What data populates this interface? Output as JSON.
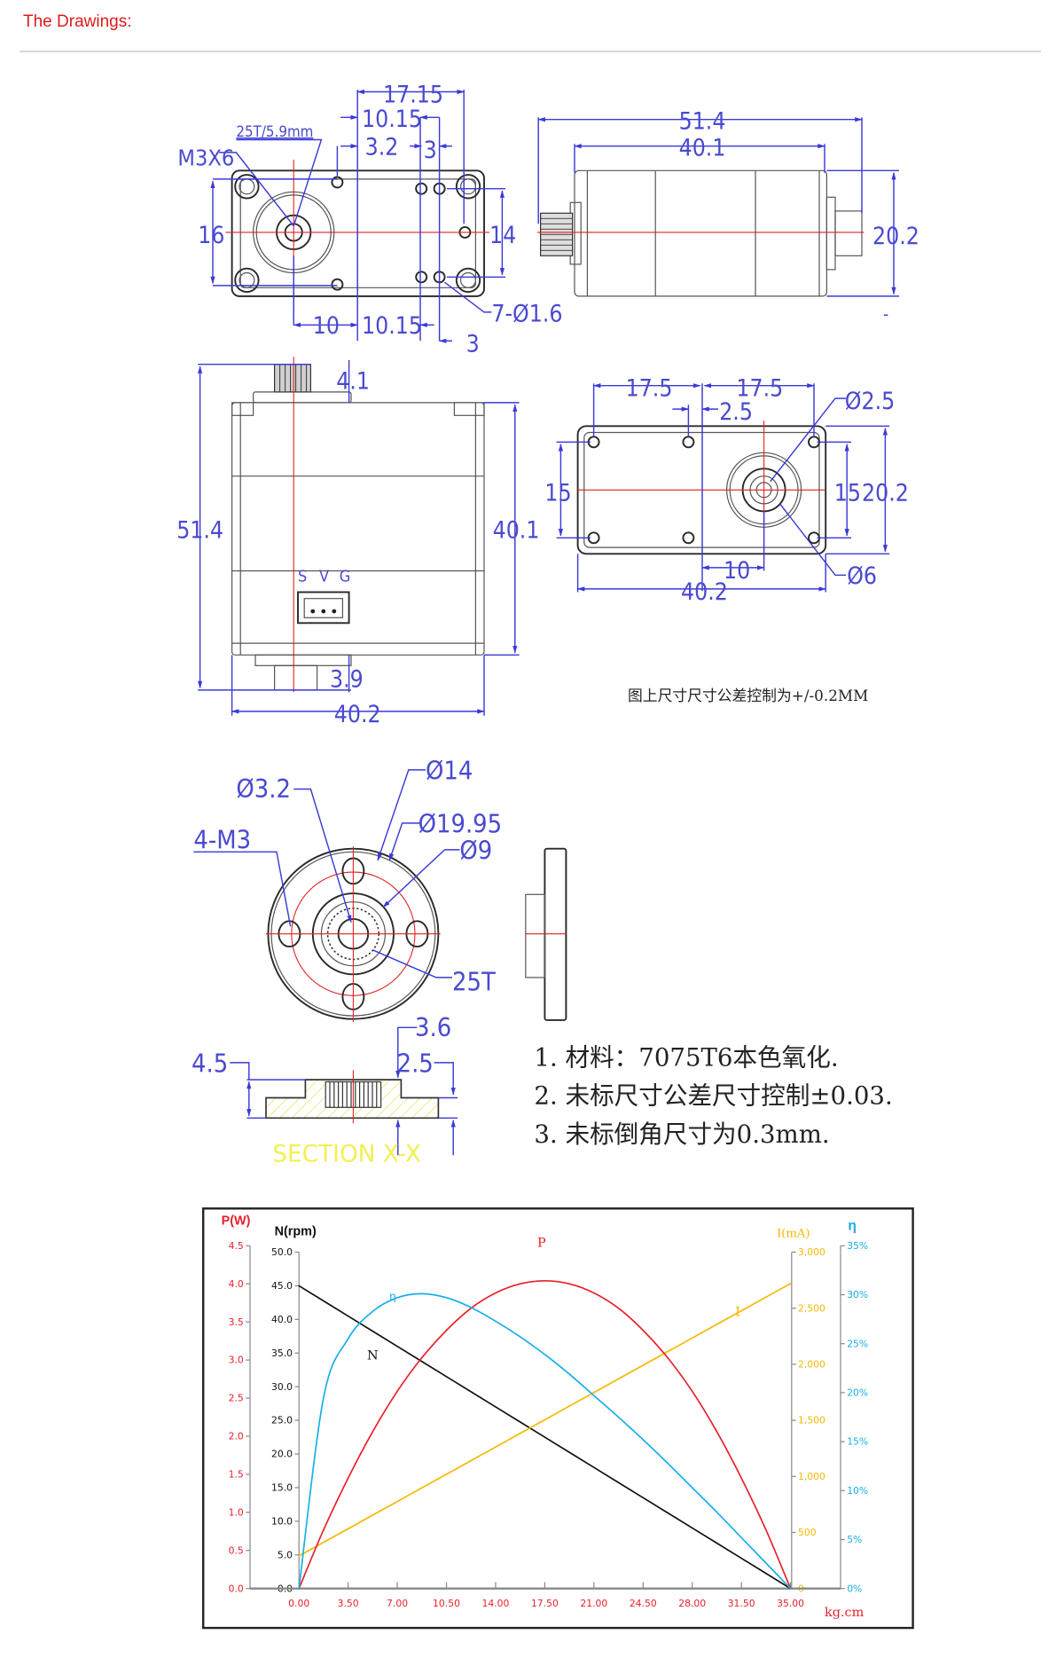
{
  "page": {
    "heading": "The Drawings:"
  },
  "drawing": {
    "top_view": {
      "d_17_15": "17.15",
      "d_10_15_top": "10.15",
      "d_3_2": "3.2",
      "d_3_top": "3",
      "spline": "25T/5.9mm",
      "screw": "M3X6",
      "d_16": "16",
      "d_14": "14",
      "d_10": "10",
      "d_10_15_bottom": "10.15",
      "holes": "7-Ø1.6",
      "d_3_bottom": "3"
    },
    "side_view": {
      "d_51_4": "51.4",
      "d_40_1": "40.1",
      "d_20_2": "20.2",
      "dash": "-"
    },
    "front_view": {
      "d_4_1": "4.1",
      "d_51_4": "51.4",
      "d_40_1": "40.1",
      "d_3_9": "3.9",
      "d_40_2": "40.2",
      "pins": [
        "S",
        "V",
        "G"
      ]
    },
    "bottom_view": {
      "d_17_5_left": "17.5",
      "d_17_5_right": "17.5",
      "d_2_5": "2.5",
      "d_phi_2_5": "Ø2.5",
      "d_15_left": "15",
      "d_15_right": "15",
      "d_20_2": "20.2",
      "d_10": "10",
      "d_40_2": "40.2",
      "d_phi_6": "Ø6",
      "tolerance_note": "图上尺寸尺寸公差控制为+/-0.2MM"
    },
    "horn": {
      "phi_3_2": "Ø3.2",
      "phi_14": "Ø14",
      "m3": "4-M3",
      "phi_19_95": "Ø19.95",
      "phi_9": "Ø9",
      "teeth": "25T",
      "d_3_6": "3.6",
      "d_4_5": "4.5",
      "d_2_5": "2.5",
      "section": "SECTION X-X"
    },
    "notes": [
      "1. 材料：7075T6本色氧化.",
      "2. 未标尺寸公差尺寸控制±0.03.",
      "3. 未标倒角尺寸为0.3mm."
    ]
  },
  "chart_data": {
    "type": "line",
    "title": "",
    "xlabel": "kg.cm",
    "x_ticks": [
      "0.00",
      "3.50",
      "7.00",
      "10.50",
      "14.00",
      "17.50",
      "21.00",
      "24.50",
      "28.00",
      "31.50",
      "35.00"
    ],
    "xlim": [
      0,
      35
    ],
    "axes": {
      "P": {
        "label": "P(W)",
        "range": [
          0,
          4.5
        ],
        "ticks": [
          "0.0",
          "0.5",
          "1.0",
          "1.5",
          "2.0",
          "2.5",
          "3.0",
          "3.5",
          "4.0",
          "4.5"
        ],
        "color": "#e8202a"
      },
      "N": {
        "label": "N(rpm)",
        "range": [
          0,
          50
        ],
        "ticks": [
          "0.0",
          "5.0",
          "10.0",
          "15.0",
          "20.0",
          "25.0",
          "30.0",
          "35.0",
          "40.0",
          "45.0",
          "50.0"
        ],
        "color": "#111111"
      },
      "I": {
        "label": "I(mA)",
        "range": [
          0,
          3000
        ],
        "ticks": [
          "0",
          "500",
          "1,000",
          "1,500",
          "2,000",
          "2,500",
          "3,000"
        ],
        "color": "#f5b800"
      },
      "eta": {
        "label": "η",
        "range": [
          0,
          35
        ],
        "ticks": [
          "0%",
          "5%",
          "10%",
          "15%",
          "20%",
          "25%",
          "30%",
          "35%"
        ],
        "color": "#19aee8"
      }
    },
    "x": [
      0,
      1.75,
      3.5,
      5.25,
      7,
      8.75,
      10.5,
      12.25,
      14,
      15.75,
      17.5,
      19.25,
      21,
      22.75,
      24.5,
      26.25,
      28,
      29.75,
      31.5,
      33.25,
      35
    ],
    "series": [
      {
        "name": "N",
        "axis": "N",
        "label": "N",
        "values": [
          45,
          42.75,
          40.5,
          38.25,
          36,
          33.75,
          31.5,
          29.25,
          27,
          24.75,
          22.5,
          20.25,
          18,
          15.75,
          13.5,
          11.25,
          9,
          6.75,
          4.5,
          2.25,
          0
        ]
      },
      {
        "name": "I",
        "axis": "I",
        "label": "I",
        "values": [
          290,
          412,
          533,
          655,
          776,
          898,
          1019,
          1141,
          1262,
          1384,
          1505,
          1627,
          1748,
          1870,
          1991,
          2113,
          2234,
          2356,
          2477,
          2599,
          2720
        ]
      },
      {
        "name": "P",
        "axis": "P",
        "label": "P",
        "values": [
          0,
          0.77,
          1.45,
          2.06,
          2.59,
          3.03,
          3.39,
          3.68,
          3.88,
          4.0,
          4.04,
          4.0,
          3.88,
          3.68,
          3.39,
          3.03,
          2.59,
          2.06,
          1.45,
          0.77,
          0
        ]
      },
      {
        "name": "η",
        "axis": "eta",
        "label": "η",
        "values": [
          0,
          19.5,
          25.5,
          28.3,
          29.7,
          30.1,
          29.7,
          28.7,
          27.3,
          25.7,
          23.9,
          21.9,
          19.7,
          17.5,
          15.2,
          12.8,
          10.3,
          7.8,
          5.2,
          2.6,
          0
        ]
      }
    ]
  }
}
